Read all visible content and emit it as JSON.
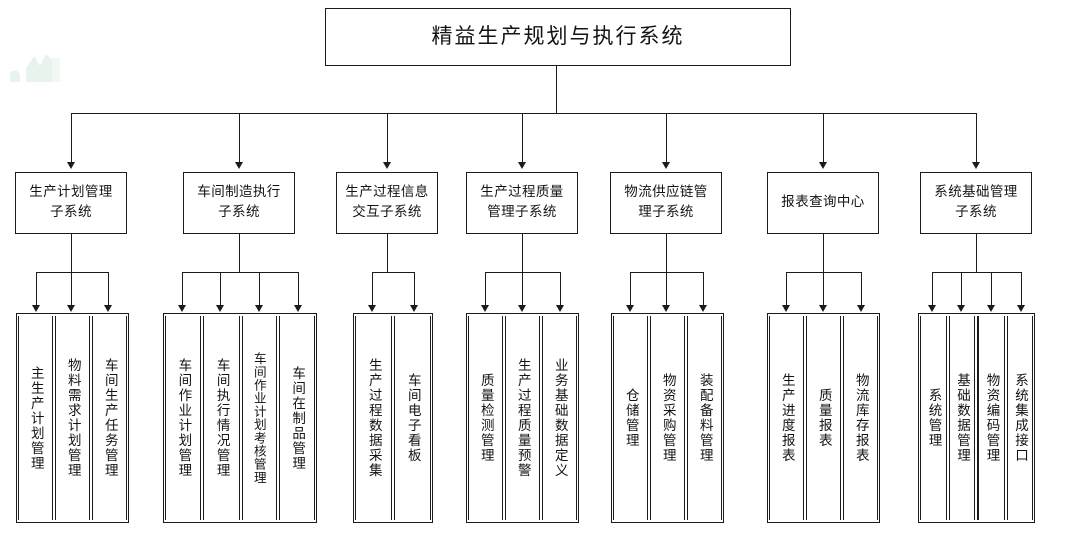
{
  "diagram": {
    "title": "精益生产规划与执行系统",
    "root": {
      "label": "精益生产规划与执行系统"
    },
    "subsystems": [
      {
        "label": "生产计划管理\n子系统"
      },
      {
        "label": "车间制造执行\n子系统"
      },
      {
        "label": "生产过程信息\n交互子系统"
      },
      {
        "label": "生产过程质量\n管理子系统"
      },
      {
        "label": "物流供应链管\n理子系统"
      },
      {
        "label": "报表查询中心"
      },
      {
        "label": "系统基础管理\n子系统"
      }
    ],
    "groups": [
      {
        "parent": "生产计划管理子系统",
        "leaves": [
          {
            "label": "主生产计划管理"
          },
          {
            "label": "物料需求计划管理"
          },
          {
            "label": "车间生产任务管理"
          }
        ]
      },
      {
        "parent": "车间制造执行子系统",
        "leaves": [
          {
            "label": "车间作业计划管理"
          },
          {
            "label": "车间执行情况管理"
          },
          {
            "label": "车间作业计划考核管理"
          },
          {
            "label": "车间在制品管理"
          }
        ]
      },
      {
        "parent": "生产过程信息交互子系统",
        "leaves": [
          {
            "label": "生产过程数据采集"
          },
          {
            "label": "车间电子看板"
          }
        ]
      },
      {
        "parent": "生产过程质量管理子系统",
        "leaves": [
          {
            "label": "质量检测管理"
          },
          {
            "label": "生产过程质量预警"
          },
          {
            "label": "业务基础数据定义"
          }
        ]
      },
      {
        "parent": "物流供应链管理子系统",
        "leaves": [
          {
            "label": "仓储管理"
          },
          {
            "label": "物资采购管理"
          },
          {
            "label": "装配备料管理"
          }
        ]
      },
      {
        "parent": "报表查询中心",
        "leaves": [
          {
            "label": "生产进度报表"
          },
          {
            "label": "质量报表"
          },
          {
            "label": "物流库存报表"
          }
        ]
      },
      {
        "parent": "系统基础管理子系统",
        "leaves": [
          {
            "label": "系统管理"
          },
          {
            "label": "基础数据管理"
          },
          {
            "label": "物资编码管理"
          },
          {
            "label": "系统集成接口"
          }
        ]
      }
    ],
    "colors": {
      "line": "#1b1b1b",
      "background": "#ffffff",
      "text": "#141414",
      "watermark": "#e4f2ec"
    }
  }
}
